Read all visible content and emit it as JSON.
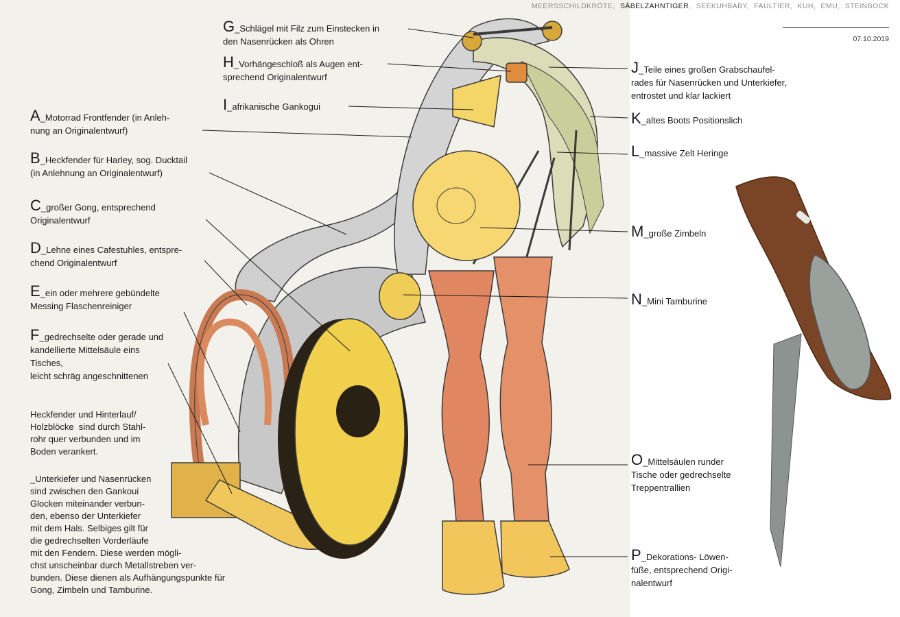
{
  "header": {
    "nav": [
      {
        "label": "MEERSSCHILDKRÖTE",
        "active": false
      },
      {
        "label": "SÄBELZAHNTIGER",
        "active": true
      },
      {
        "label": "SEEKUHBABY",
        "active": false
      },
      {
        "label": "FAULTIER",
        "active": false
      },
      {
        "label": "KUH",
        "active": false
      },
      {
        "label": "EMU",
        "active": false
      },
      {
        "label": "STEINBOCK",
        "active": false
      }
    ],
    "date": "07.10.2019"
  },
  "labels": [
    {
      "letter": "A",
      "lines": [
        "Motorrad Frontfender (in Anleh-",
        "nung an Originalentwurf)"
      ]
    },
    {
      "letter": "B",
      "lines": [
        "Heckfender für Harley, sog. Ducktail",
        "(in Anlehnung an Originalentwurf)"
      ]
    },
    {
      "letter": "C",
      "lines": [
        "großer Gong, entsprechend",
        "Originalentwurf"
      ]
    },
    {
      "letter": "D",
      "lines": [
        "Lehne eines Cafestuhles, entspre-",
        "chend Originalentwurf"
      ]
    },
    {
      "letter": "E",
      "lines": [
        "ein oder mehrere gebündelte",
        "Messing Flaschenreiniger"
      ]
    },
    {
      "letter": "F",
      "lines": [
        "gedrechselte oder gerade und",
        "kandellierte Mittelsäule eins",
        "Tisches,",
        "leicht schräg angeschnittenen"
      ]
    },
    {
      "letter": "G",
      "lines": [
        "Schlägel mit Filz zum Einstecken in",
        "den Nasenrücken als Ohren"
      ]
    },
    {
      "letter": "H",
      "lines": [
        "Vorhängeschloß als Augen ent-",
        "sprechend Originalentwurf"
      ]
    },
    {
      "letter": "I",
      "lines": [
        "afrikanische Gankogui"
      ]
    },
    {
      "letter": "J",
      "lines": [
        "Teile eines großen Grabschaufel-",
        "rades für Nasenrücken und Unterkiefer,",
        "entrostet und klar lackiert"
      ]
    },
    {
      "letter": "K",
      "lines": [
        "altes Boots Positionslich"
      ]
    },
    {
      "letter": "L",
      "lines": [
        "massive Zelt Heringe"
      ]
    },
    {
      "letter": "M",
      "lines": [
        "große Zimbeln"
      ]
    },
    {
      "letter": "N",
      "lines": [
        "Mini Tamburine"
      ]
    },
    {
      "letter": "O",
      "lines": [
        "Mittelsäulen runder",
        "Tische oder gedrechselte",
        "Treppentrallien"
      ]
    },
    {
      "letter": "P",
      "lines": [
        "Dekorations- Löwen-",
        "füße, entsprechend Origi-",
        "nalentwurf"
      ]
    }
  ],
  "notes": {
    "note1": "Heckfender und Hinterlauf/\nHolzblöcke  sind durch Stahl-\nrohr quer verbunden und im\nBoden verankert.",
    "note2": "_Unterkiefer und Nasenrücken\nsind zwischen den Gankoui\nGlocken miteinander verbun-\nden, ebenso der Unterkiefer\nmit dem Hals. Selbiges gilt für\ndie gedrechselten Vorderläufe\nmit den Fendern. Diese werden mögli-\nchst unscheinbar durch Metallstreben ver-\nbunden. Diese dienen als Aufhängungspunkte für\nGong, Zimbeln und Tamburine."
  },
  "colors": {
    "paper": "#f3f1ec",
    "pencil": "#3a3a3a",
    "yellow": "#f2d35a",
    "gold": "#e6b945",
    "terracotta": "#d9784d",
    "rust": "#7a4426",
    "steel": "#8d9390"
  }
}
